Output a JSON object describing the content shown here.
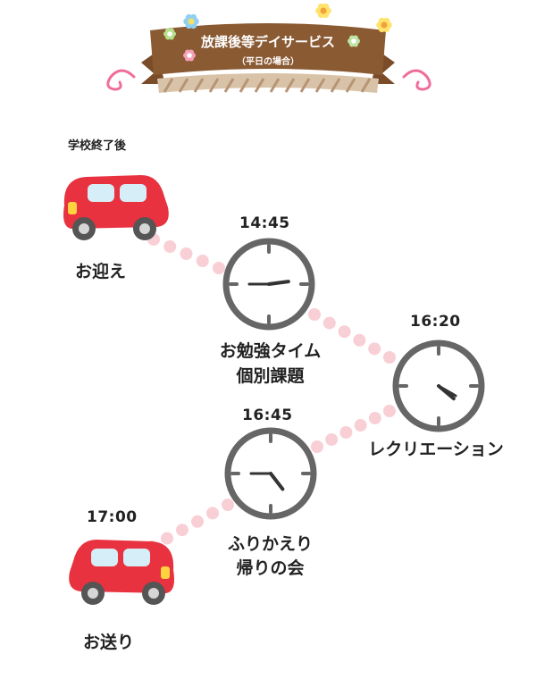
{
  "banner": {
    "title": "放課後等デイサービス",
    "subtitle": "（平日の場合）"
  },
  "steps": [
    {
      "time": "学校終了後",
      "labels": [
        "お迎え"
      ],
      "icon": "car-icon",
      "clock": null
    },
    {
      "time": "14:45",
      "labels": [
        "お勉強タイム",
        "個別課題"
      ],
      "icon": "clock-icon",
      "clock": {
        "hour": 14,
        "minute": 45
      }
    },
    {
      "time": "16:20",
      "labels": [
        "レクリエーション"
      ],
      "icon": "clock-icon",
      "clock": {
        "hour": 16,
        "minute": 20
      }
    },
    {
      "time": "16:45",
      "labels": [
        "ふりかえり",
        "帰りの会"
      ],
      "icon": "clock-icon",
      "clock": {
        "hour": 16,
        "minute": 45
      }
    },
    {
      "time": "17:00",
      "labels": [
        "お送り"
      ],
      "icon": "car-icon",
      "clock": null
    }
  ],
  "colors": {
    "banner": "#8a5a33",
    "banner_stripe": "#d9c3a8",
    "car_body": "#e8323f",
    "clock_ring": "#666666",
    "dots": "#f9cfd6",
    "ribbon": "#f06c9b"
  }
}
